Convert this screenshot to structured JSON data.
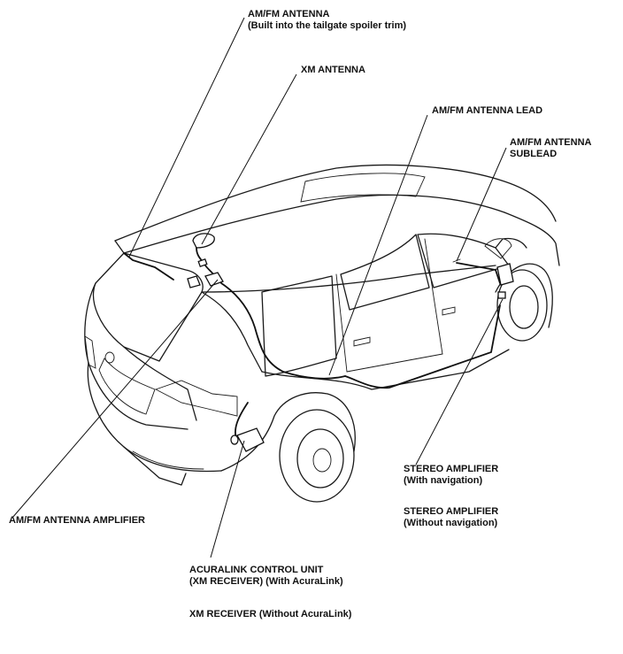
{
  "labels": {
    "am_fm_antenna": {
      "line1": "AM/FM ANTENNA",
      "line2": "(Built into the tailgate spoiler trim)"
    },
    "xm_antenna": {
      "line1": "XM ANTENNA"
    },
    "am_fm_antenna_lead": {
      "line1": "AM/FM ANTENNA LEAD"
    },
    "am_fm_antenna_sublead": {
      "line1": "AM/FM ANTENNA",
      "line2": "SUBLEAD"
    },
    "am_fm_antenna_amplifier": {
      "line1": "AM/FM ANTENNA AMPLIFIER"
    },
    "stereo_amplifier_nav": {
      "line1": "STEREO AMPLIFIER",
      "line2": "(With navigation)"
    },
    "stereo_amplifier_no_nav": {
      "line1": "STEREO AMPLIFIER",
      "line2": "(Without navigation)"
    },
    "acuralink_control_unit": {
      "line1": "ACURALINK CONTROL UNIT",
      "line2": "(XM RECEIVER) (With AcuraLink)"
    },
    "xm_receiver": {
      "line1": "XM RECEIVER (Without AcuraLink)"
    }
  },
  "colors": {
    "ink": "#111111",
    "background": "#ffffff"
  }
}
